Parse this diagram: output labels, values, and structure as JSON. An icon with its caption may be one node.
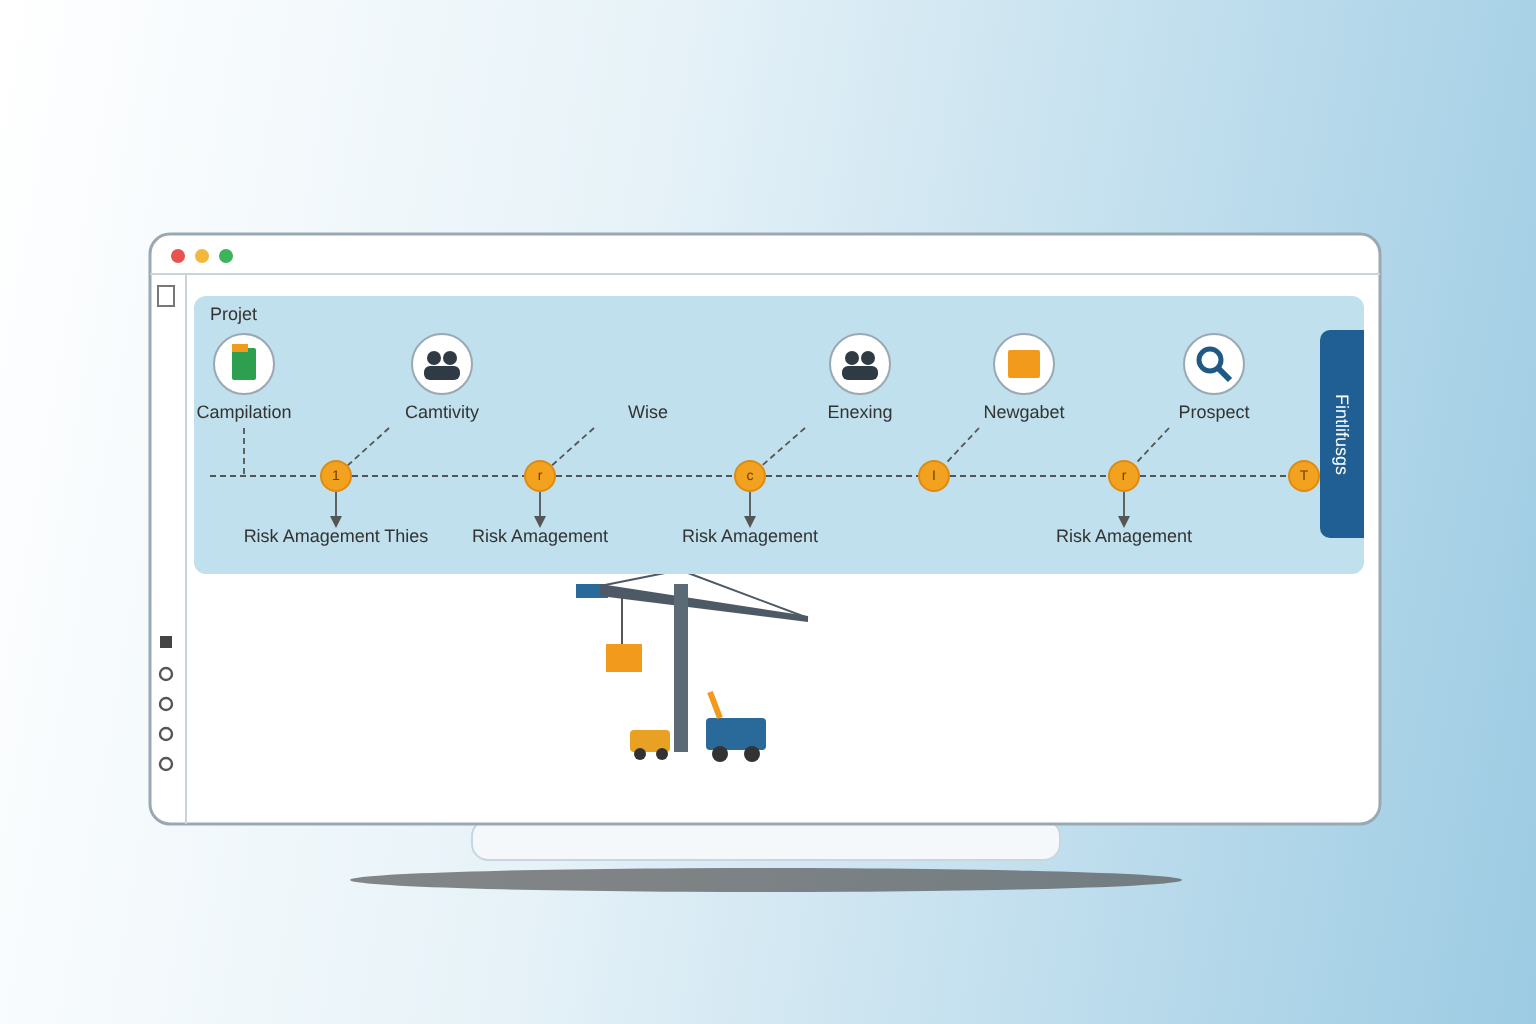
{
  "diagram": {
    "nodes": [
      {
        "text": [
          "Projet"
        ]
      },
      {
        "text": [
          "Campilation"
        ],
        "in": 0
      },
      {
        "text": [
          "Camtivity"
        ],
        "in": 0
      },
      {
        "text": [
          "Wise"
        ],
        "in": 0
      },
      {
        "text": [
          "Enexing"
        ],
        "in": 0
      },
      {
        "text": [
          "Newgabet"
        ],
        "in": 0
      },
      {
        "text": [
          "Prospect"
        ],
        "in": 0
      },
      {
        "text": [
          "1"
        ],
        "in": 0
      },
      {
        "text": [
          "r"
        ],
        "in": 0
      },
      {
        "text": [
          "c"
        ],
        "in": 0
      },
      {
        "text": [
          "I"
        ],
        "in": 0
      },
      {
        "text": [
          "r"
        ],
        "in": 0
      },
      {
        "text": [
          "T"
        ],
        "in": 0
      },
      {
        "text": [
          "Risk Amagement Thies"
        ],
        "in": 0
      },
      {
        "text": [
          "Risk Amagement"
        ],
        "in": 0
      },
      {
        "text": [
          "Risk Amagement"
        ],
        "in": 0
      },
      {
        "text": [
          "Risk Amagement"
        ],
        "in": 0
      },
      {
        "text": [
          "Fintlifusgs"
        ],
        "in": 0
      }
    ],
    "edges": [
      {
        "from": 1,
        "to": null,
        "arrow": "none",
        "style": "dashed"
      },
      {
        "from": 2,
        "to": 7,
        "arrow": "none",
        "style": "dashed"
      },
      {
        "from": 3,
        "to": 8,
        "arrow": "none",
        "style": "dashed"
      },
      {
        "from": 4,
        "to": 9,
        "arrow": "none",
        "style": "dashed"
      },
      {
        "from": 5,
        "to": 10,
        "arrow": "none",
        "style": "dashed"
      },
      {
        "from": 6,
        "to": 11,
        "arrow": "none",
        "style": "dashed"
      },
      {
        "from": null,
        "to": 7,
        "arrow": "none",
        "style": "dashed"
      },
      {
        "from": 7,
        "to": 8,
        "arrow": "none",
        "style": "dashed"
      },
      {
        "from": 8,
        "to": 9,
        "arrow": "none",
        "style": "dashed"
      },
      {
        "from": 9,
        "to": 10,
        "arrow": "none",
        "style": "dashed"
      },
      {
        "from": 10,
        "to": 11,
        "arrow": "none",
        "style": "dashed"
      },
      {
        "from": 11,
        "to": 12,
        "arrow": "none",
        "style": "dashed"
      },
      {
        "from": 7,
        "to": 13,
        "arrow": "to"
      },
      {
        "from": 8,
        "to": 14,
        "arrow": "to"
      },
      {
        "from": 9,
        "to": 15,
        "arrow": "to"
      },
      {
        "from": 11,
        "to": 16,
        "arrow": "to"
      }
    ]
  }
}
